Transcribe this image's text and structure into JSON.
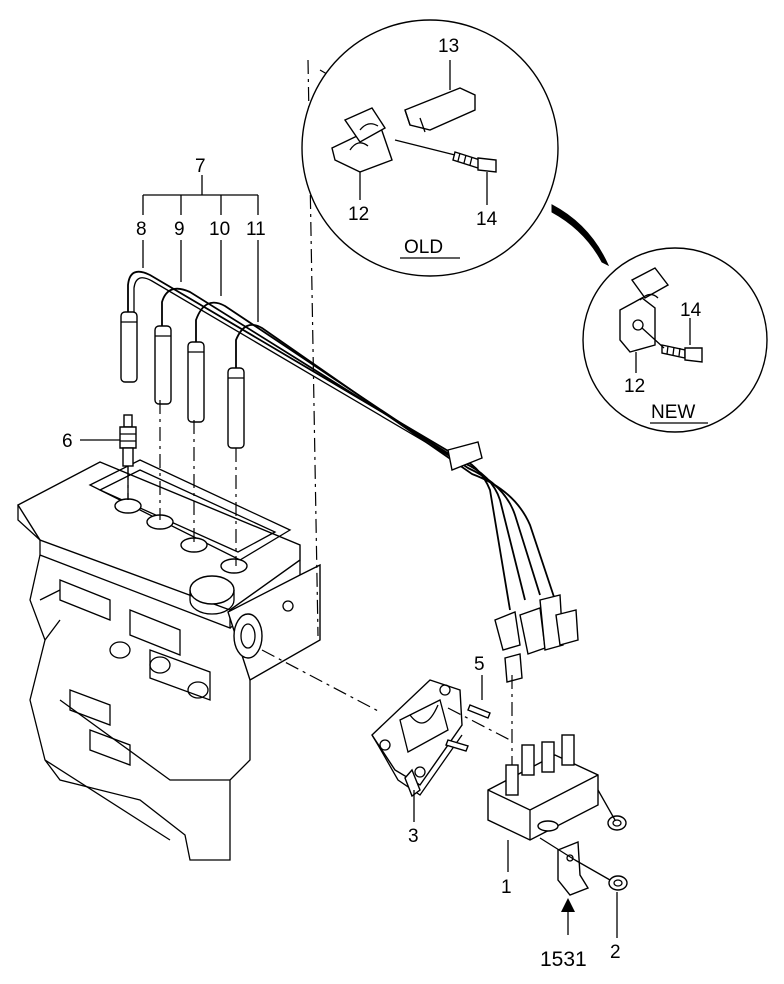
{
  "diagram": {
    "callouts": {
      "c1": "1",
      "c2": "2",
      "c3": "3",
      "c5": "5",
      "c6": "6",
      "c7": "7",
      "c8": "8",
      "c9": "9",
      "c10": "10",
      "c11": "11",
      "old_12": "12",
      "old_13": "13",
      "old_14": "14",
      "new_12": "12",
      "new_14": "14",
      "ref_1531": "1531"
    },
    "old_detail_label": "OLD",
    "new_detail_label": "NEW"
  }
}
